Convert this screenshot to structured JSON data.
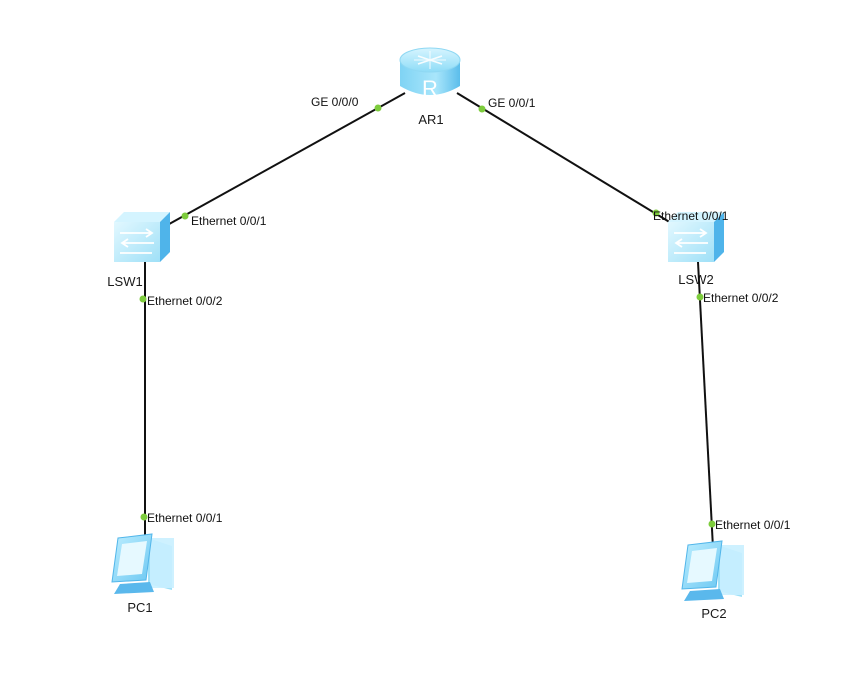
{
  "topology": {
    "colors": {
      "link": "#111111",
      "port_dot": "#7dcc3c",
      "device_light": "#bfefff",
      "device_mid": "#7fd6f5",
      "device_dark": "#3aa9e6"
    },
    "devices": [
      {
        "id": "AR1",
        "type": "router",
        "label": "AR1",
        "icon": "router-icon"
      },
      {
        "id": "LSW1",
        "type": "switch",
        "label": "LSW1",
        "icon": "switch-icon"
      },
      {
        "id": "LSW2",
        "type": "switch",
        "label": "LSW2",
        "icon": "switch-icon"
      },
      {
        "id": "PC1",
        "type": "pc",
        "label": "PC1",
        "icon": "pc-icon"
      },
      {
        "id": "PC2",
        "type": "pc",
        "label": "PC2",
        "icon": "pc-icon"
      }
    ],
    "links": [
      {
        "from": "AR1",
        "from_port": "GE 0/0/0",
        "to": "LSW1",
        "to_port": "Ethernet 0/0/1"
      },
      {
        "from": "AR1",
        "from_port": "GE 0/0/1",
        "to": "LSW2",
        "to_port": "Ethernet 0/0/1"
      },
      {
        "from": "LSW1",
        "from_port": "Ethernet 0/0/2",
        "to": "PC1",
        "to_port": "Ethernet 0/0/1"
      },
      {
        "from": "LSW2",
        "from_port": "Ethernet 0/0/2",
        "to": "PC2",
        "to_port": "Ethernet 0/0/1"
      }
    ]
  }
}
